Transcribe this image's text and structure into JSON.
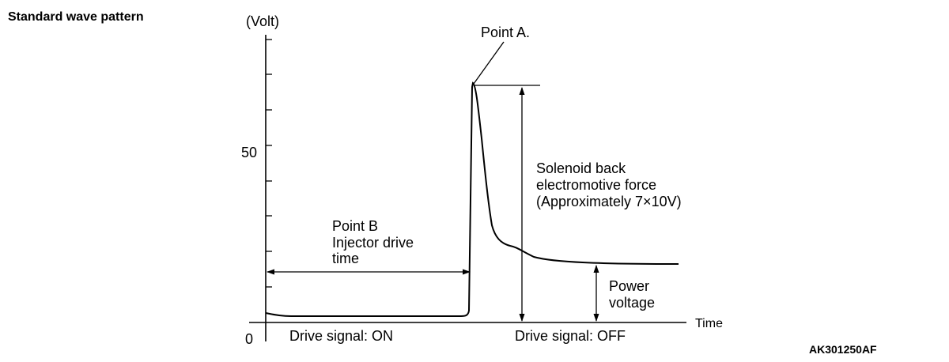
{
  "heading": "Standard wave pattern",
  "figure_code": "AK301250AF",
  "diagram": {
    "y_unit": "(Volt)",
    "y_tick_50": "50",
    "origin_label": "0",
    "x_label": "Time",
    "point_a": "Point A.",
    "point_b": [
      "Point B",
      "Injector drive",
      "time"
    ],
    "back_emf": [
      "Solenoid back",
      "electromotive force",
      "(Approximately 7×10V)"
    ],
    "power_voltage": [
      "Power",
      "voltage"
    ],
    "signal_on": "Drive signal: ON",
    "signal_off": "Drive signal: OFF"
  },
  "colors": {
    "ink": "#000000",
    "background": "#ffffff"
  }
}
